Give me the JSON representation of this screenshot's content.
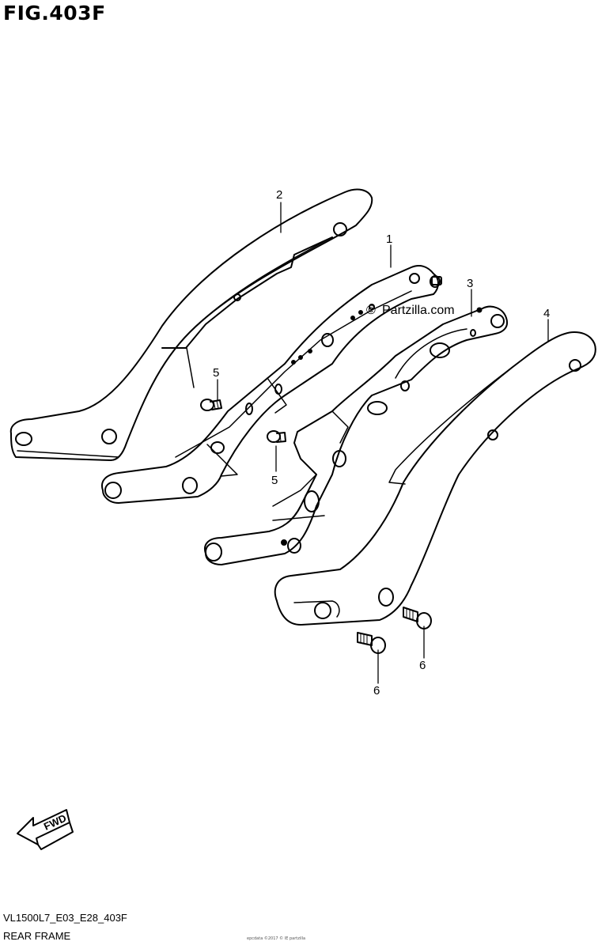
{
  "figure": {
    "title": "FIG.403F",
    "code": "VL1500L7_E03_E28_403F",
    "caption": "REAR FRAME"
  },
  "watermark": {
    "symbol": "©",
    "text": "Partzilla.com"
  },
  "direction_arrow": {
    "label": "FWD"
  },
  "callouts": {
    "part_1": "1",
    "part_2": "2",
    "part_3": "3",
    "part_4": "4",
    "part_5a": "5",
    "part_5b": "5",
    "part_6a": "6",
    "part_6b": "6"
  },
  "fine_print": "epcdata  ©2017  ©  IE partzilla"
}
